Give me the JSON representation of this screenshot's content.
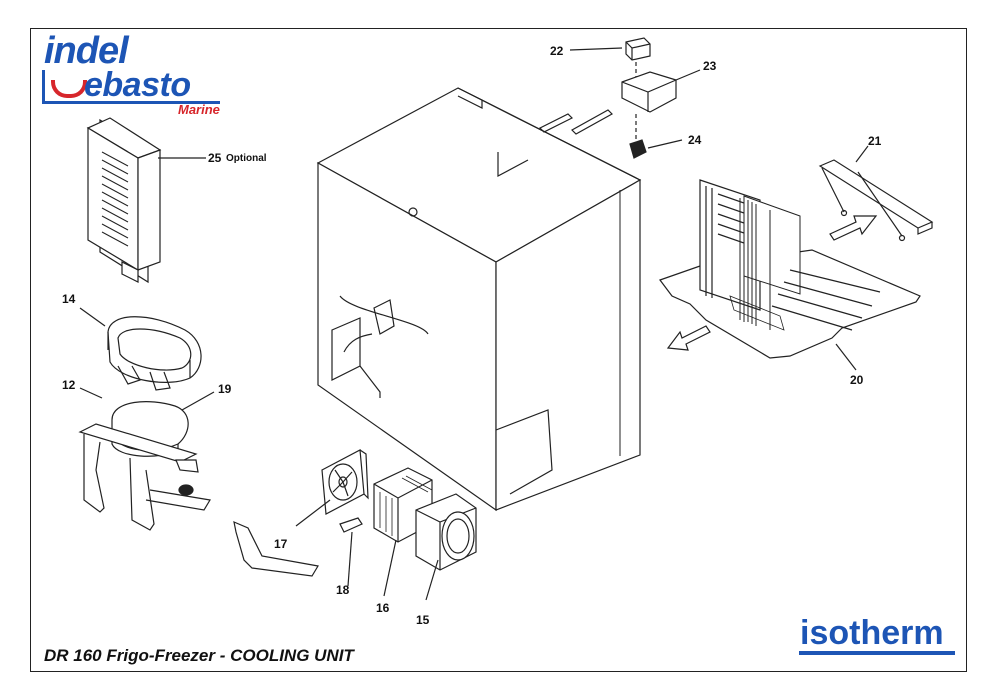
{
  "branding": {
    "indel": "indel",
    "webasto_w": "W",
    "webasto_rest": "ebasto",
    "marine": "Marine",
    "isotherm": "isotherm"
  },
  "footer": {
    "title": "DR 160 Frigo-Freezer - COOLING UNIT"
  },
  "callouts": {
    "c12": "12",
    "c14": "14",
    "c15": "15",
    "c16": "16",
    "c17": "17",
    "c18": "18",
    "c19": "19",
    "c20": "20",
    "c21": "21",
    "c22": "22",
    "c23": "23",
    "c24": "24",
    "c25": "25",
    "c25_note": "Optional"
  },
  "colors": {
    "brand_blue": "#1d55b5",
    "brand_red": "#d7262b",
    "line": "#222222"
  }
}
